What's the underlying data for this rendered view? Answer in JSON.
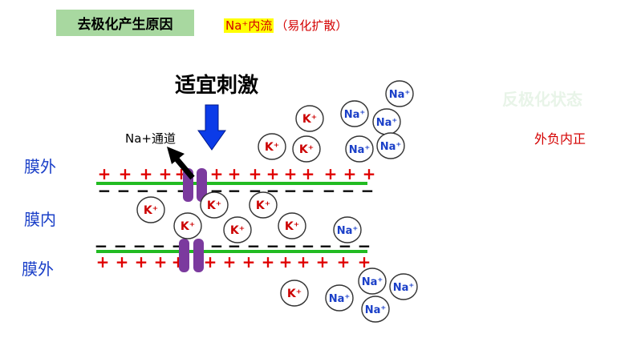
{
  "title": "去极化产生原因",
  "na_flow": {
    "highlight": "Na⁺内流",
    "note": "（易化扩散）"
  },
  "stimulus": "适宜刺激",
  "repolarization": "反极化状态",
  "outside_negative": "外负内正",
  "channel_label": "Na+通道",
  "side_labels": {
    "outside_top": "膜外",
    "inside": "膜内",
    "outside_bottom": "膜外"
  },
  "ion_labels": {
    "k": "K⁺",
    "na": "Na⁺"
  },
  "charges": {
    "plus": "+",
    "minus": "−"
  },
  "colors": {
    "title_bg": "#a8d8a0",
    "membrane": "#22bb22",
    "plus": "#e00000",
    "minus": "#000000",
    "k_ion": "#cc0000",
    "na_ion": "#1a3fc8",
    "channel": "#7b3a9e",
    "arrow": "#0b3be8",
    "side_label": "#1a3fc8"
  },
  "icons": {
    "stimulus_arrow": "down-arrow-icon",
    "channel_pointer": "up-left-arrow-icon"
  }
}
